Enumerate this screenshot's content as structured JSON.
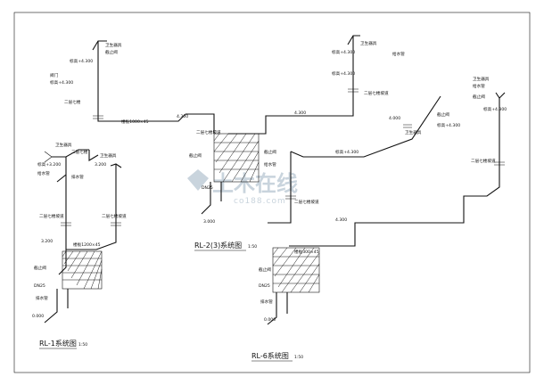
{
  "titles": {
    "rl1": "RL-1系统图",
    "rl1_scale": "1:50",
    "rl2": "RL-2(3)系统图",
    "rl2_scale": "1:50",
    "rl6": "RL-6系统图",
    "rl6_scale": "1:50"
  },
  "labels": {
    "rl1_floor": "二层七楼坡道",
    "rl1_floor2": "二层七楼坡道",
    "rl1_dn": "DN25",
    "rl1_level": "3.200",
    "rl1_main": "楼板1200×45",
    "rl2_level": "4.300",
    "rl2_level2": "4.300",
    "rl2_main": "楼板1000×45",
    "rl2_floor": "二层七楼坡道",
    "rl2_floor2": "二层七楼坡道",
    "rl2_dn": "DN25",
    "rl2_lv3": "3.000",
    "rl6_level": "4.300",
    "rl6_floor": "二层七楼坡道",
    "rl6_floor2": "二层七楼坡道",
    "rl6_main": "楼板300×45",
    "rl6_dn": "DN25",
    "rl6_lv": "4.000",
    "watermark": "土木在线",
    "watermark_url": "co188.com"
  }
}
